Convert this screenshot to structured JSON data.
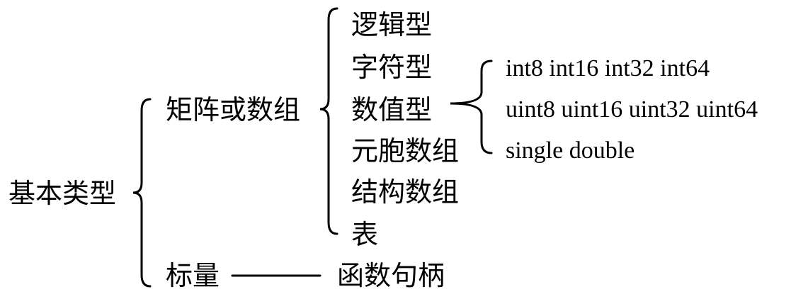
{
  "root": {
    "label": "基本类型"
  },
  "matrix": {
    "label": "矩阵或数组"
  },
  "matrix_types": [
    "逻辑型",
    "字符型",
    "数值型",
    "元胞数组",
    "结构数组",
    "表"
  ],
  "numeric_types": [
    "int8 int16 int32 int64",
    "uint8 uint16 uint32 uint64",
    "single double"
  ],
  "scalar": {
    "label": "标量"
  },
  "function_handle": {
    "label": "函数句柄"
  }
}
